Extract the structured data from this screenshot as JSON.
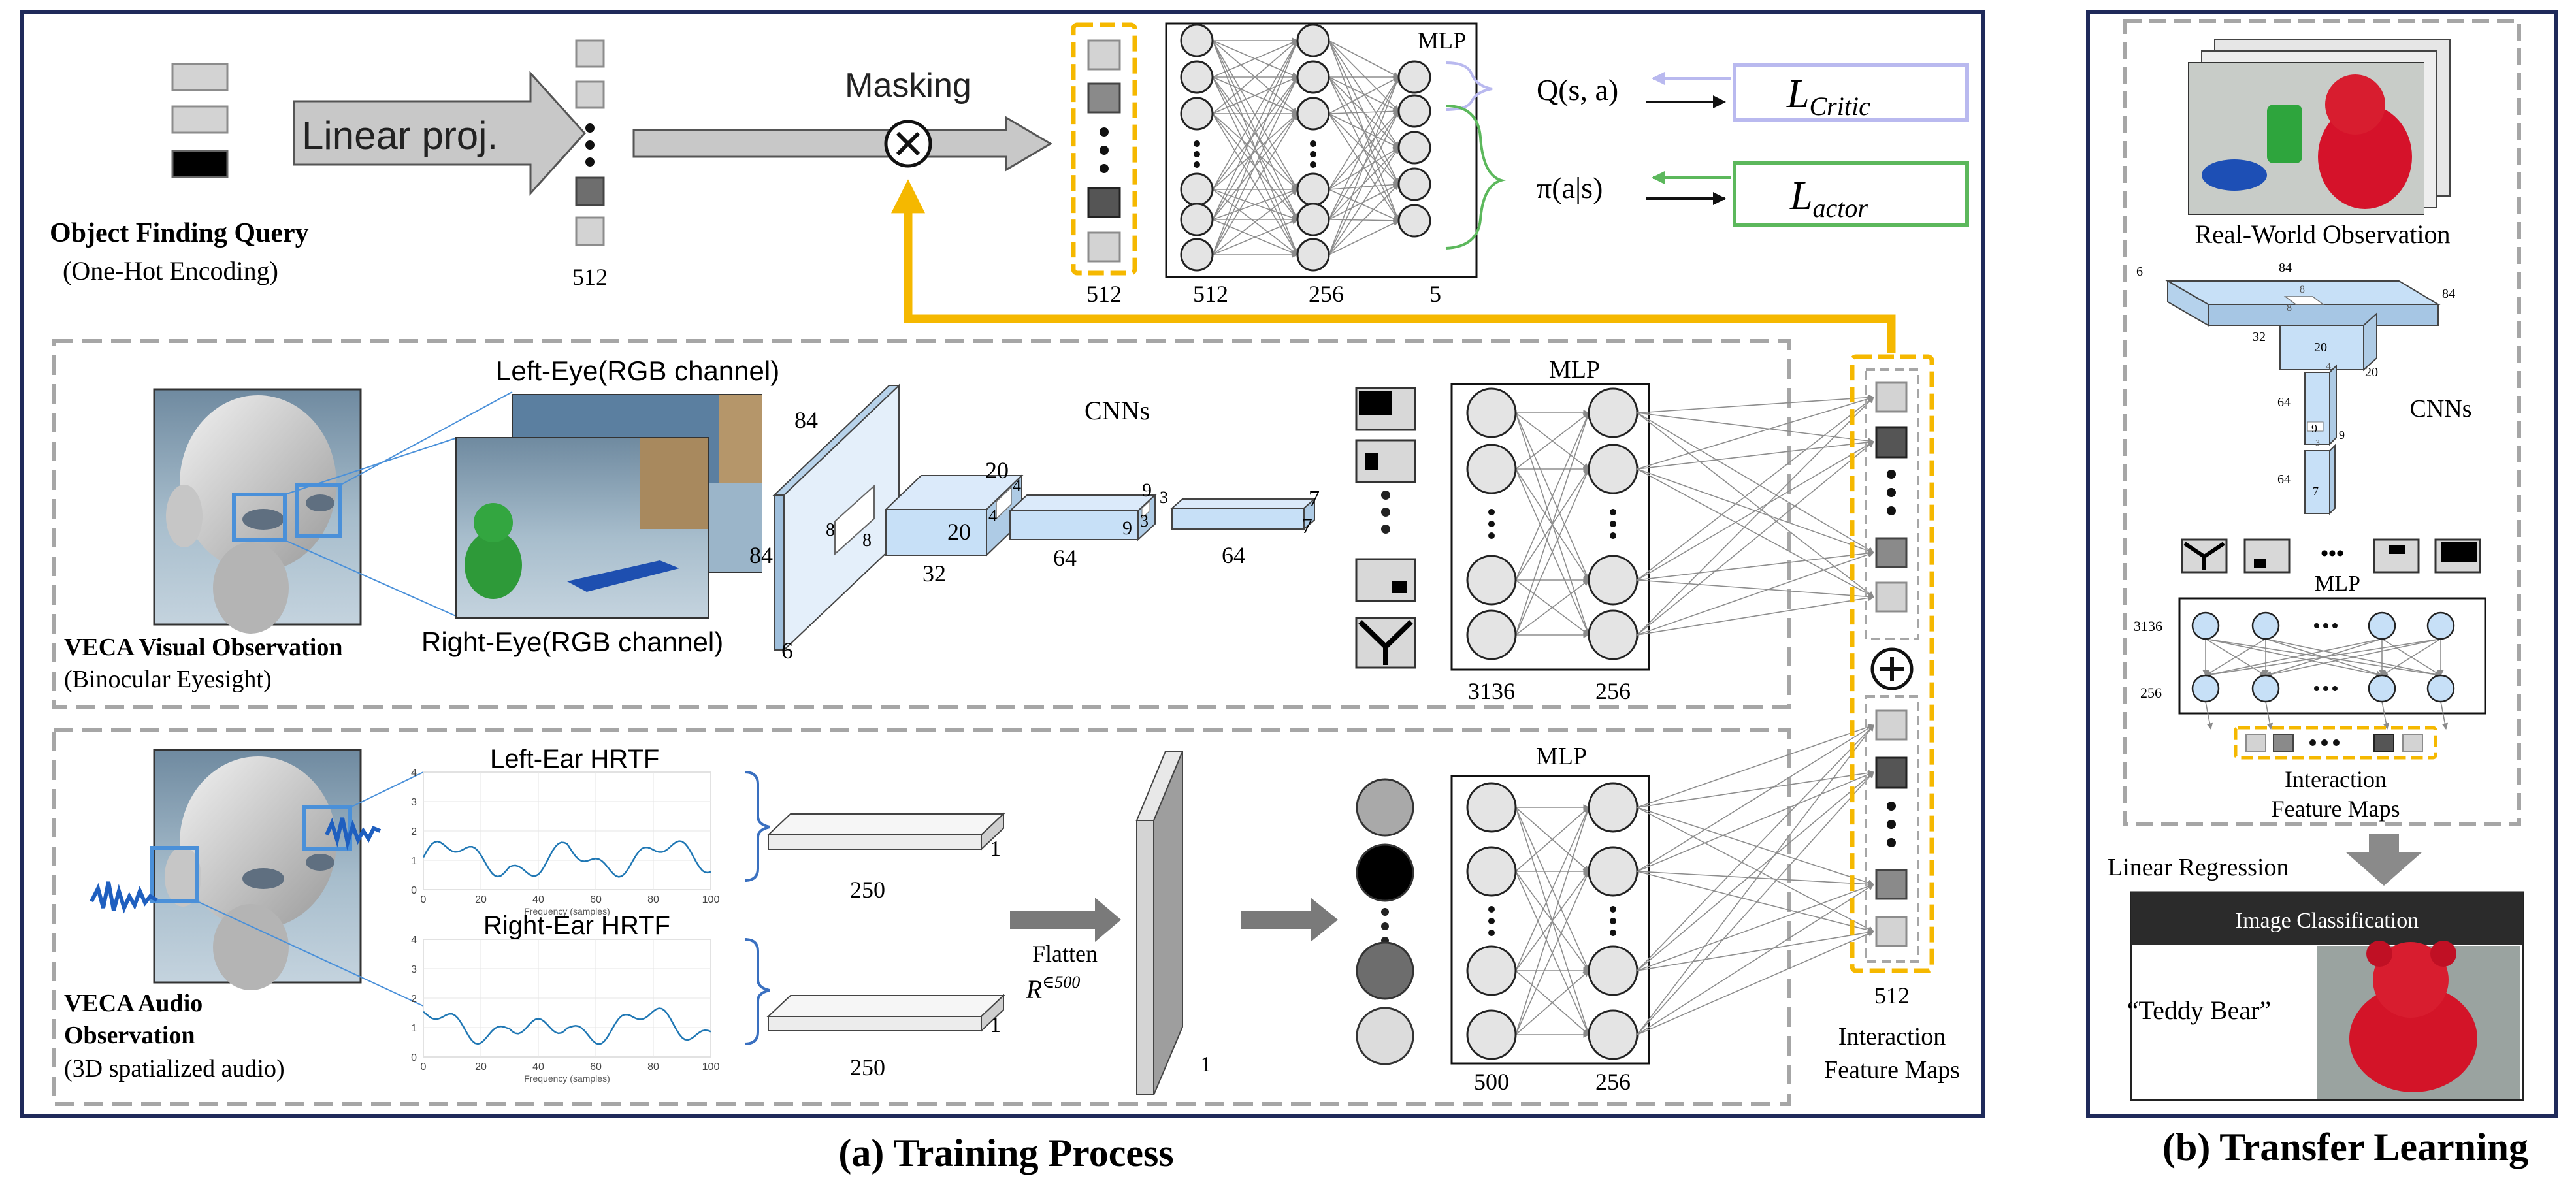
{
  "panel_a": {
    "caption": "(a) Training Process",
    "query": {
      "title": "Object Finding Query",
      "subtitle": "(One-Hot Encoding)",
      "linear_proj": "Linear proj.",
      "dim": "512",
      "masking": "Masking",
      "masked_dim": "512"
    },
    "policy_mlp": {
      "label": "MLP",
      "dims": [
        "512",
        "256",
        "5"
      ],
      "q": "Q(s, a)",
      "pi": "π(a|s)",
      "l_critic": "L",
      "l_critic_sub": "Critic",
      "l_actor": "L",
      "l_actor_sub": "actor"
    },
    "visual": {
      "title": "VECA Visual Observation",
      "subtitle": "(Binocular Eyesight)",
      "left_eye": "Left-Eye(RGB channel)",
      "right_eye": "Right-Eye(RGB channel)",
      "cnn_label": "CNNs",
      "cnn_dims": [
        "84",
        "84",
        "6",
        "8",
        "8",
        "20",
        "20",
        "4",
        "4",
        "32",
        "9",
        "9",
        "3",
        "3",
        "64",
        "7",
        "7",
        "64"
      ],
      "mlp_label": "MLP",
      "mlp_dims": [
        "3136",
        "256"
      ]
    },
    "audio": {
      "title1": "VECA  Audio",
      "title2": "Observation",
      "subtitle": "(3D spatialized audio)",
      "left_ear": "Left-Ear HRTF",
      "right_ear": "Right-Ear HRTF",
      "xlabel": "Frequency (samples)",
      "yticks": [
        "4",
        "3",
        "2",
        "1",
        "0"
      ],
      "xticks": [
        "0",
        "20",
        "40",
        "60",
        "80",
        "100"
      ],
      "slab_dim": "250",
      "slab_depth": "1",
      "flatten": "Flatten",
      "flatten_space": "R",
      "flatten_sup": "∈500",
      "flat_depth": "1",
      "mlp_label": "MLP",
      "mlp_dims": [
        "500",
        "256"
      ]
    },
    "interaction": {
      "dim": "512",
      "label1": "Interaction",
      "label2": "Feature Maps",
      "plus": "+"
    }
  },
  "panel_b": {
    "caption": "(b) Transfer Learning",
    "real_world": "Real-World Observation",
    "cnn_label": "CNNs",
    "cnn_dims": [
      "6",
      "84",
      "84",
      "8",
      "8",
      "32",
      "20",
      "4",
      "20",
      "64",
      "9",
      "3",
      "9",
      "64",
      "7"
    ],
    "mlp_label": "MLP",
    "mlp_dims": [
      "3136",
      "256"
    ],
    "dots": "•••",
    "interaction1": "Interaction",
    "interaction2": "Feature Maps",
    "linear_regression": "Linear Regression",
    "classification_header": "Image Classification",
    "prediction": "“Teddy Bear”"
  },
  "colors": {
    "frame": "#1f2a5a",
    "yellow": "#f5b800",
    "green": "#5cb85c",
    "lavender": "#b9b9ef",
    "cube": "#c7e0f7",
    "node": "#e4e4e4",
    "dashed": "#a6a6a6"
  }
}
